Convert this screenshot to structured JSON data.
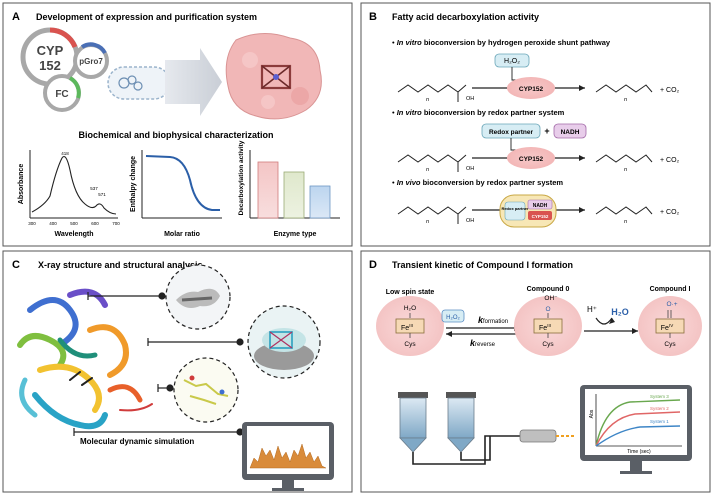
{
  "panels": {
    "A": {
      "letter": "A",
      "title": "Development of expression and purification system",
      "cyp_label_1": "CYP",
      "cyp_label_2": "152",
      "pgro_label": "pGro7",
      "fc_label": "FC",
      "subtitle": "Biochemical and biophysical characterization",
      "absorbance_ylabel": "Absorbance",
      "absorbance_xlabel": "Wavelength",
      "absorbance_ticks": [
        "300",
        "400",
        "500",
        "600",
        "700"
      ],
      "peak_labels": [
        "418",
        "537",
        "571"
      ],
      "enthalpy_ylabel": "Enthalpy change",
      "enthalpy_xlabel": "Molar ratio",
      "decarb_ylabel": "Decarboxylation activity",
      "decarb_xlabel": "Enzyme type"
    },
    "B": {
      "letter": "B",
      "title": "Fatty acid decarboxylation activity",
      "bullet1_italic": "In vitro",
      "bullet1_rest": " bioconversion by hydrogen peroxide shunt pathway",
      "h2o2": "H₂O₂",
      "cyp152": "CYP152",
      "bullet2_italic": "In vitro",
      "bullet2_rest": " bioconversion by redox partner system",
      "redox_partner": "Redox partner",
      "plus": "+",
      "nadh": "NADH",
      "bullet3_italic": "In vivo",
      "bullet3_rest": " bioconversion by redox partner system",
      "redox_small": "Redox partner",
      "co2": "+ CO₂",
      "oh": "OH",
      "n": "n"
    },
    "C": {
      "letter": "C",
      "title": "X-ray structure and structural analysis",
      "md_label": "Molecular dynamic simulation"
    },
    "D": {
      "letter": "D",
      "title": "Transient kinetic of Compound I formation",
      "low_spin": "Low spin state",
      "compound0": "Compound 0",
      "compound1": "Compound I",
      "h2o": "H₂O",
      "h2o2": "H₂O₂",
      "fe3": "Fe",
      "fe_sup": "III",
      "fe4": "Fe",
      "fe4_sup": "IV",
      "cys": "Cys",
      "oh_minus": "OH⁻",
      "o": "O",
      "o_rad": "O·+",
      "k_formation": "k",
      "k_formation_sub": "formation",
      "k_reverse": "k",
      "k_reverse_sub": "reverse",
      "h_plus": "H⁺",
      "h2o_product": "H₂O",
      "abs": "Abs",
      "time": "Time (sec)",
      "systems": [
        "System 3",
        "System 2",
        "System 1"
      ],
      "system_colors": [
        "#6aa84f",
        "#e06666",
        "#3d85c6"
      ]
    }
  }
}
